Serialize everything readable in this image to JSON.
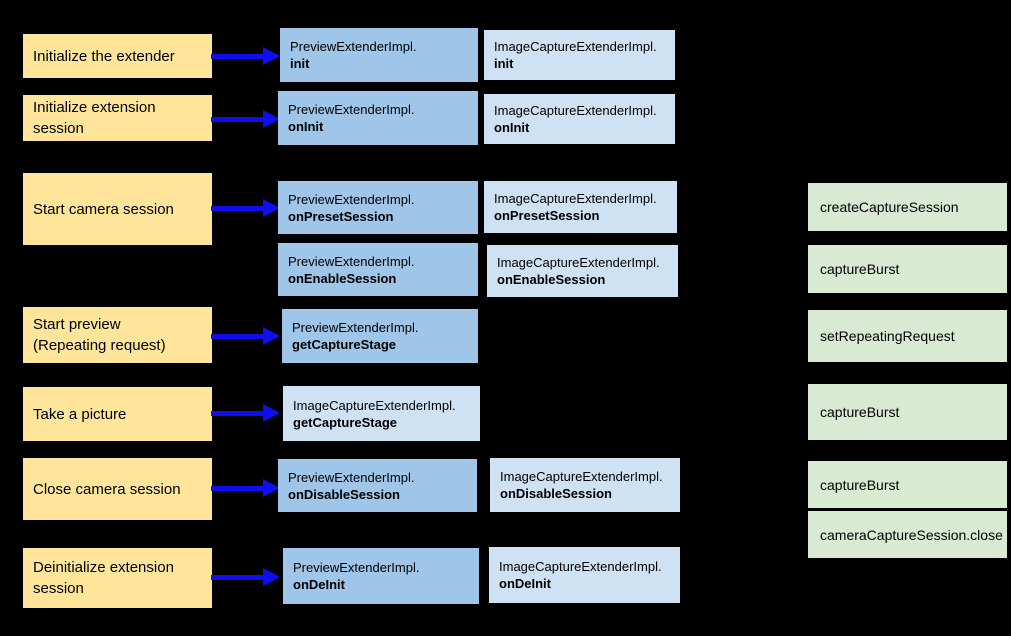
{
  "palette": {
    "background": "#000000",
    "action_bg": "#ffe599",
    "preview_bg": "#9fc5e8",
    "image_capture_bg": "#cfe2f3",
    "camera2_bg": "#d9ead3",
    "arrow": "#0e0ef0",
    "text": "#000000"
  },
  "actions": {
    "initialize_extender": "Initialize the extender",
    "initialize_extension_session": "Initialize extension\nsession",
    "start_camera_session": "Start camera session",
    "start_preview": "Start preview\n(Repeating request)",
    "take_a_picture": "Take a picture",
    "close_camera_session": "Close camera session",
    "deinitialize_extension_session": "Deinitialize extension\nsession"
  },
  "method_boxes": {
    "preview_init": {
      "c": "PreviewExtenderImpl.",
      "f": "init"
    },
    "image_init": {
      "c": "ImageCaptureExtenderImpl.",
      "f": "init"
    },
    "preview_oninit": {
      "c": "PreviewExtenderImpl.",
      "f": "onInit"
    },
    "image_oninit": {
      "c": "ImageCaptureExtenderImpl.",
      "f": "onInit"
    },
    "preview_onpresetsession": {
      "c": "PreviewExtenderImpl.",
      "f": "onPresetSession"
    },
    "image_onpresetsession": {
      "c": "ImageCaptureExtenderImpl.",
      "f": "onPresetSession"
    },
    "preview_onenablesession": {
      "c": "PreviewExtenderImpl.",
      "f": "onEnableSession"
    },
    "image_onenablesession": {
      "c": "ImageCaptureExtenderImpl.",
      "f": "onEnableSession"
    },
    "preview_getcapturestage": {
      "c": "PreviewExtenderImpl.",
      "f": "getCaptureStage"
    },
    "image_getcapturestage": {
      "c": "ImageCaptureExtenderImpl.",
      "f": "getCaptureStage"
    },
    "preview_ondisablesession": {
      "c": "PreviewExtenderImpl.",
      "f": "onDisableSession"
    },
    "image_ondisablesession": {
      "c": "ImageCaptureExtenderImpl.",
      "f": "onDisableSession"
    },
    "preview_ondeinit": {
      "c": "PreviewExtenderImpl.",
      "f": "onDeInit"
    },
    "image_ondeinit": {
      "c": "ImageCaptureExtenderImpl.",
      "f": "onDeInit"
    }
  },
  "camera2_calls": {
    "create_capture_session": "createCaptureSession",
    "capture_burst_enable": "captureBurst",
    "set_repeating_request": "setRepeatingRequest",
    "capture_burst_take_picture": "captureBurst",
    "capture_burst_close": "captureBurst",
    "camera_capture_session_close": "cameraCaptureSession.close"
  }
}
